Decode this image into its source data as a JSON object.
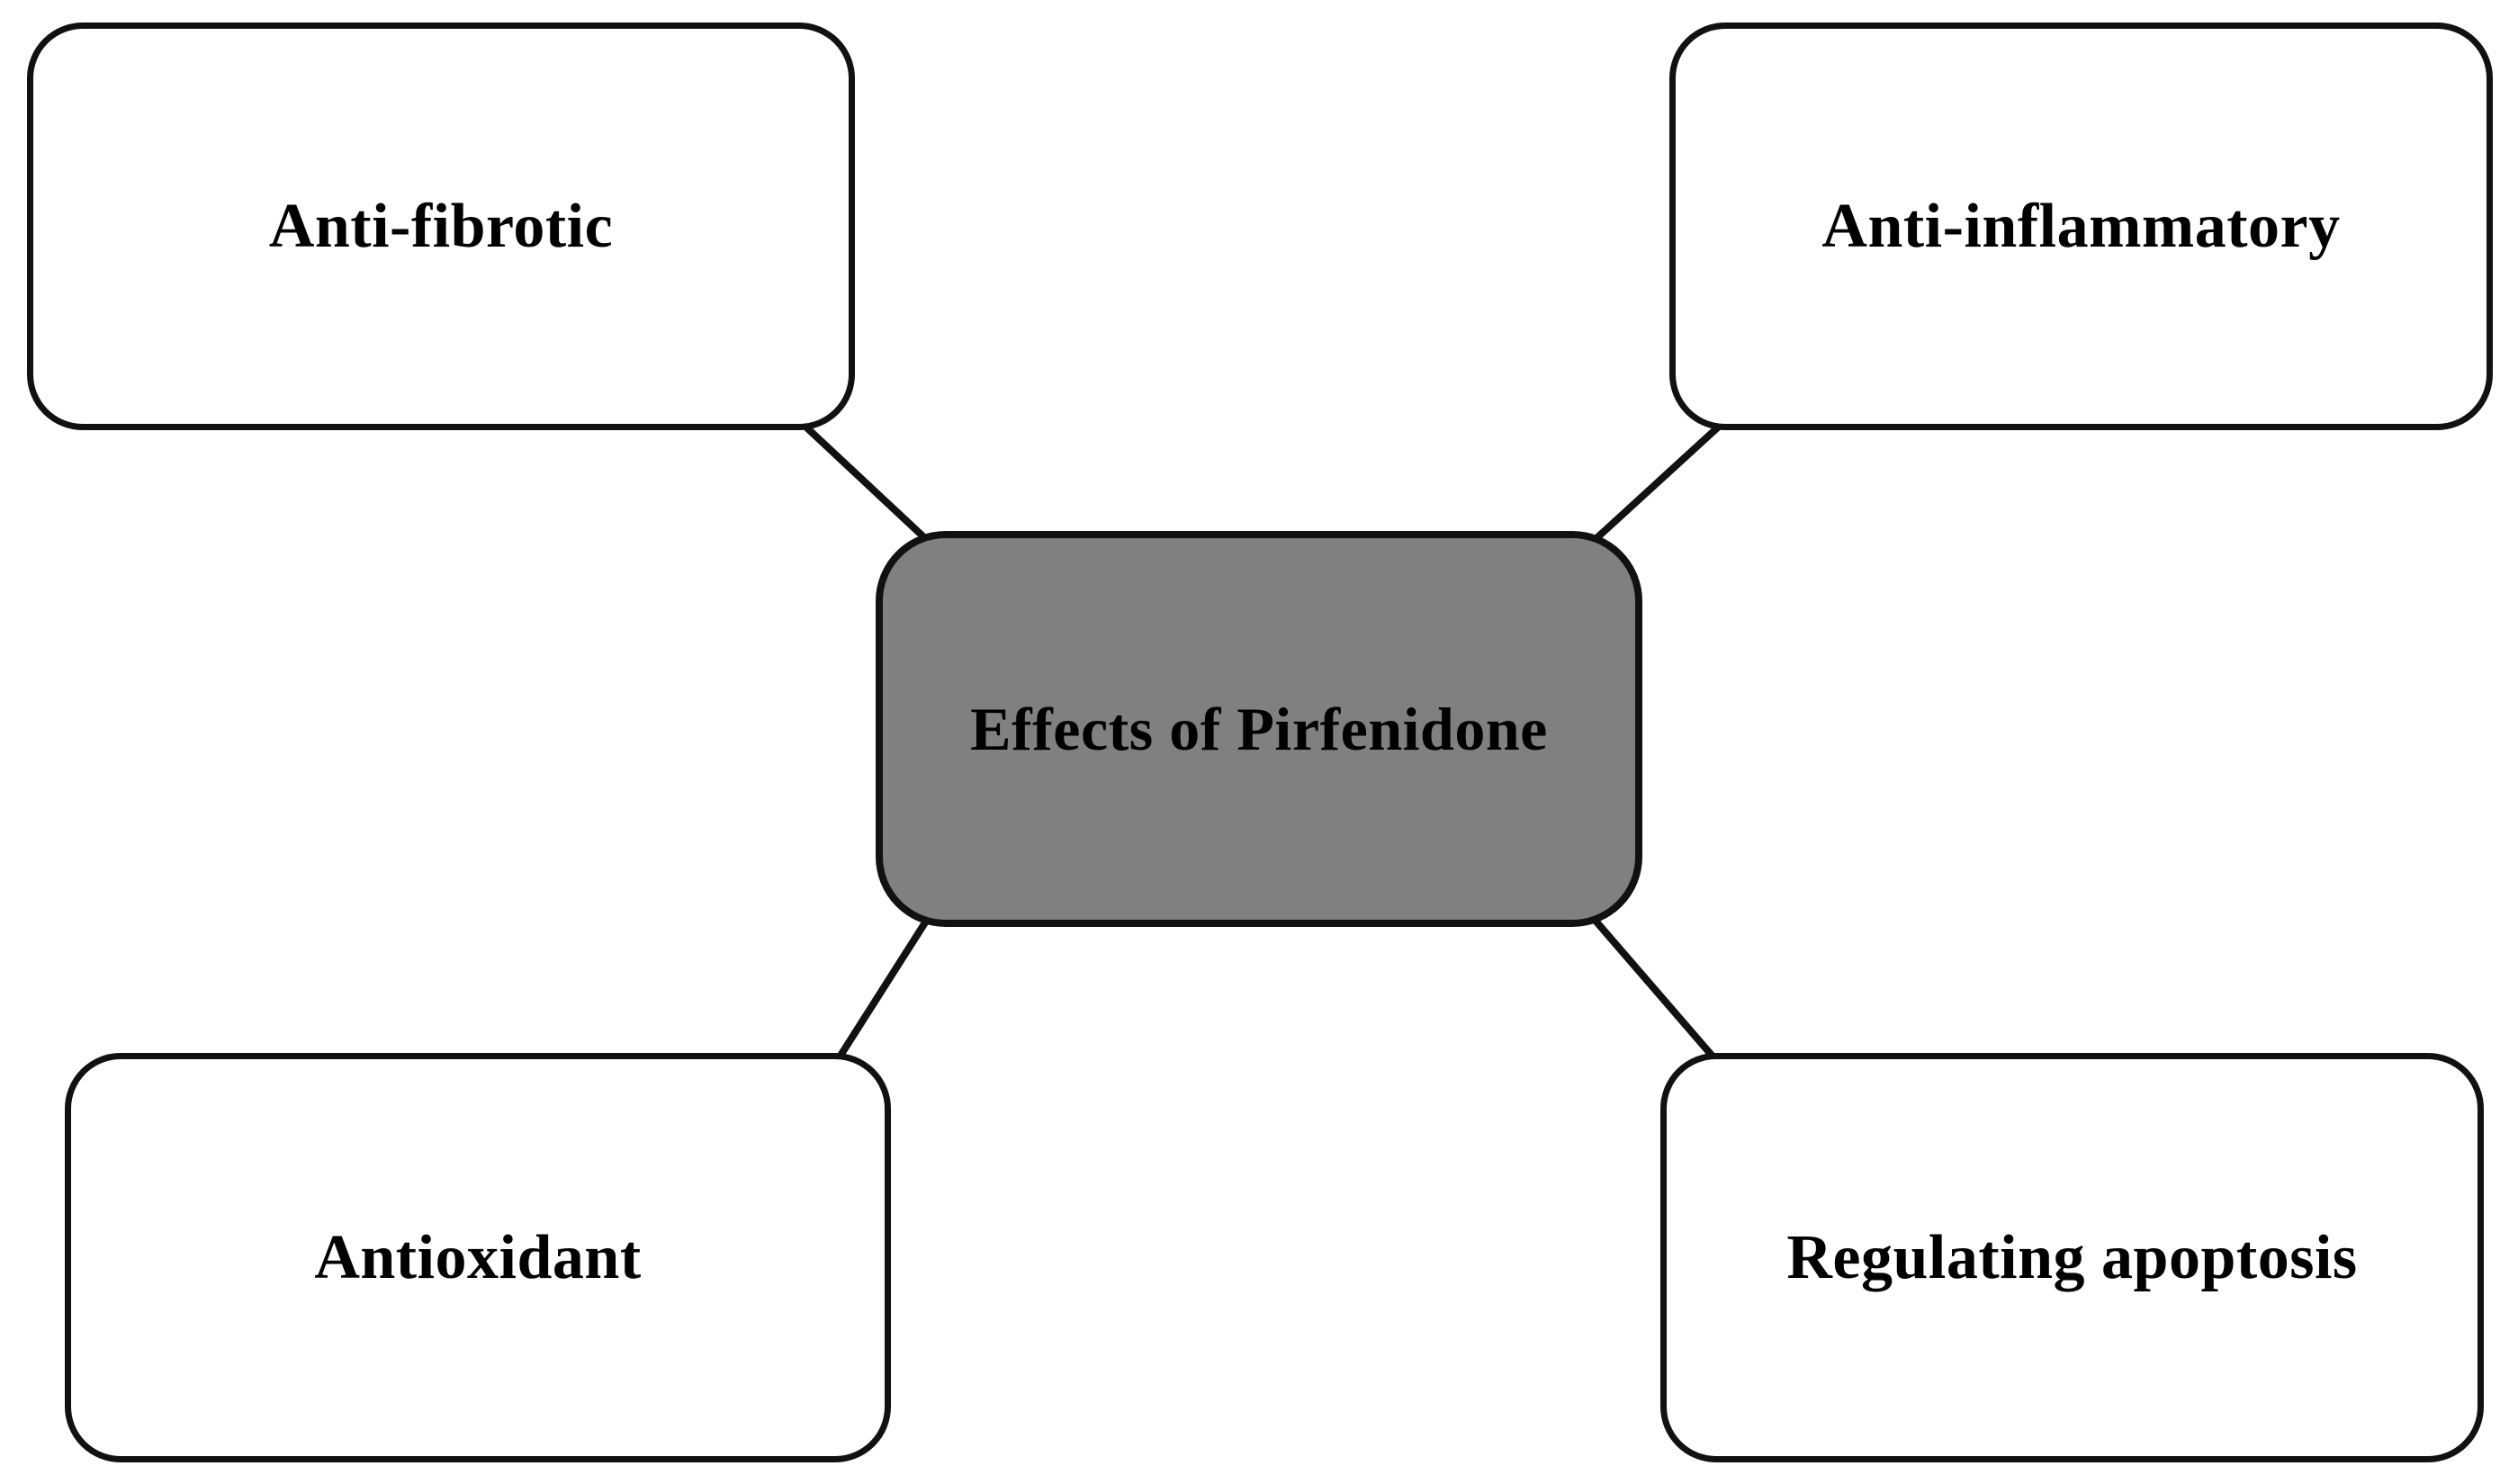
{
  "diagram": {
    "type": "concept-map",
    "title": "Effects of Pirfenidone",
    "background_color": "#ffffff",
    "center": {
      "id": "center",
      "label": "Effects of Pirfenidone",
      "fill_color": "#808080",
      "border_color": "#111111",
      "text_color": "#000000"
    },
    "nodes": [
      {
        "id": "anti-fibrotic",
        "label": "Anti-fibrotic",
        "position": "top-left",
        "fill_color": "#ffffff",
        "border_color": "#111111",
        "text_color": "#000000"
      },
      {
        "id": "anti-inflammatory",
        "label": "Anti-inflammatory",
        "position": "top-right",
        "fill_color": "#ffffff",
        "border_color": "#111111",
        "text_color": "#000000"
      },
      {
        "id": "antioxidant",
        "label": "Antioxidant",
        "position": "bottom-left",
        "fill_color": "#ffffff",
        "border_color": "#111111",
        "text_color": "#000000"
      },
      {
        "id": "regulating-apoptosis",
        "label": "Regulating apoptosis",
        "position": "bottom-right",
        "fill_color": "#ffffff",
        "border_color": "#111111",
        "text_color": "#000000"
      }
    ],
    "edges": [
      {
        "from": "anti-fibrotic",
        "to": "center",
        "style": "solid",
        "color": "#111111"
      },
      {
        "from": "anti-inflammatory",
        "to": "center",
        "style": "solid",
        "color": "#111111"
      },
      {
        "from": "antioxidant",
        "to": "center",
        "style": "solid",
        "color": "#111111"
      },
      {
        "from": "regulating-apoptosis",
        "to": "center",
        "style": "solid",
        "color": "#111111"
      }
    ]
  }
}
